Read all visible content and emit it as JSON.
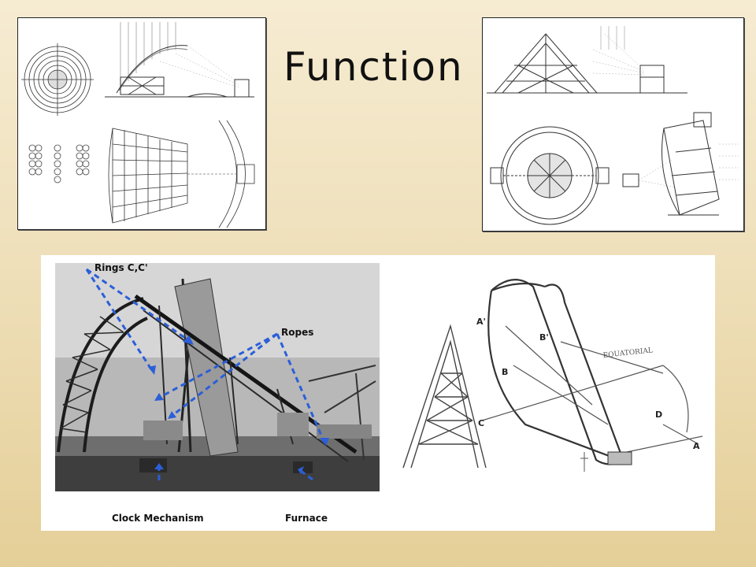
{
  "slide": {
    "title": "Function"
  },
  "photo": {
    "labels": {
      "rings": "Rings C,C'",
      "ropes": "Ropes",
      "clock": "Clock Mechanism",
      "furnace": "Furnace"
    }
  },
  "sketch": {
    "labels": {
      "a_prime": "A'",
      "b_prime": "B'",
      "b": "B",
      "c": "C",
      "d": "D",
      "a": "A",
      "equatorial": "EQUATORIAL"
    }
  },
  "colors": {
    "arrow": "#2b5fd9",
    "background_top": "#f6ecd2",
    "background_bottom": "#e5cf98"
  }
}
